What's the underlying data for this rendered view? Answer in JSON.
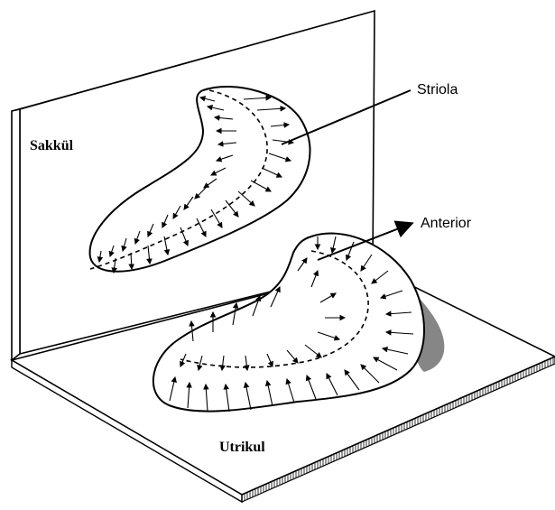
{
  "labels": {
    "saccule": "Sakkül",
    "utricle": "Utrikul",
    "striola": "Striola",
    "anterior": "Anterior"
  },
  "colors": {
    "ink": "#000000",
    "paper": "#ffffff"
  }
}
